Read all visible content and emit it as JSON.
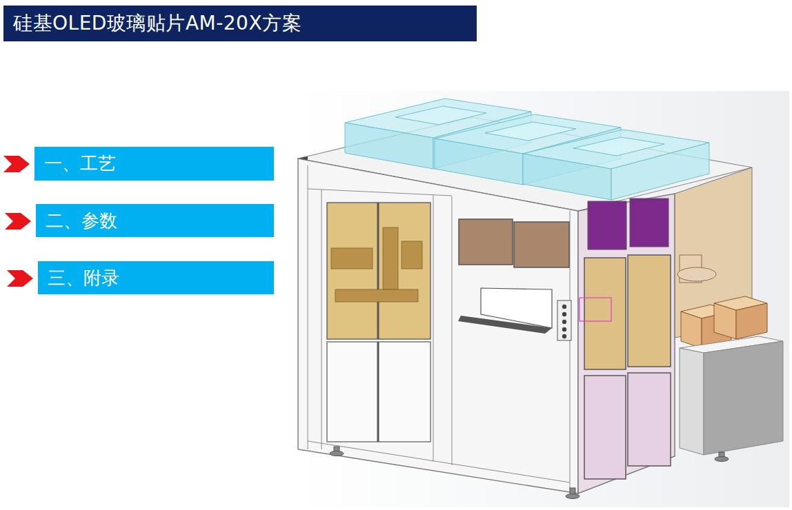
{
  "diagram": {
    "title": "硅基OLED玻璃贴片AM-20X方案",
    "nodes": [
      {
        "text": [
          "一、工艺"
        ]
      },
      {
        "text": [
          "二、参数"
        ]
      },
      {
        "text": [
          "三、附录"
        ]
      }
    ]
  }
}
